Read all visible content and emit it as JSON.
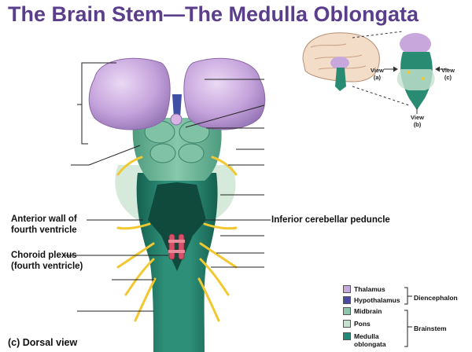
{
  "title": "The Brain Stem—The Medulla Oblongata",
  "labels": {
    "anterior_wall_l1": "Anterior wall of",
    "anterior_wall_l2": "fourth ventricle",
    "choroid_l1": "Choroid plexus",
    "choroid_l2": "(fourth ventricle)",
    "inferior_cerebellar": "Inferior cerebellar peduncle",
    "caption": "(c) Dorsal view"
  },
  "inset": {
    "view_a": "View",
    "view_a_letter": "(a)",
    "view_b": "View",
    "view_b_letter": "(b)",
    "view_c": "View",
    "view_c_letter": "(c)"
  },
  "legend": {
    "items": [
      {
        "label": "Thalamus",
        "color": "#c8a8dc"
      },
      {
        "label": "Hypothalamus",
        "color": "#4a4aa0"
      },
      {
        "label": "Midbrain",
        "color": "#8cc7ad"
      },
      {
        "label": "Pons",
        "color": "#c4e2cf"
      },
      {
        "label": "Medulla",
        "label2": "oblongata",
        "color": "#1e8a74"
      }
    ],
    "groups": {
      "diencephalon": "Diencephalon",
      "brainstem": "Brainstem"
    }
  },
  "colors": {
    "title": "#5a3e8c",
    "thalamus": "#c8a8dc",
    "medulla": "#1e8a74",
    "nerve": "#f2c830",
    "choroid": "#d9506a"
  }
}
